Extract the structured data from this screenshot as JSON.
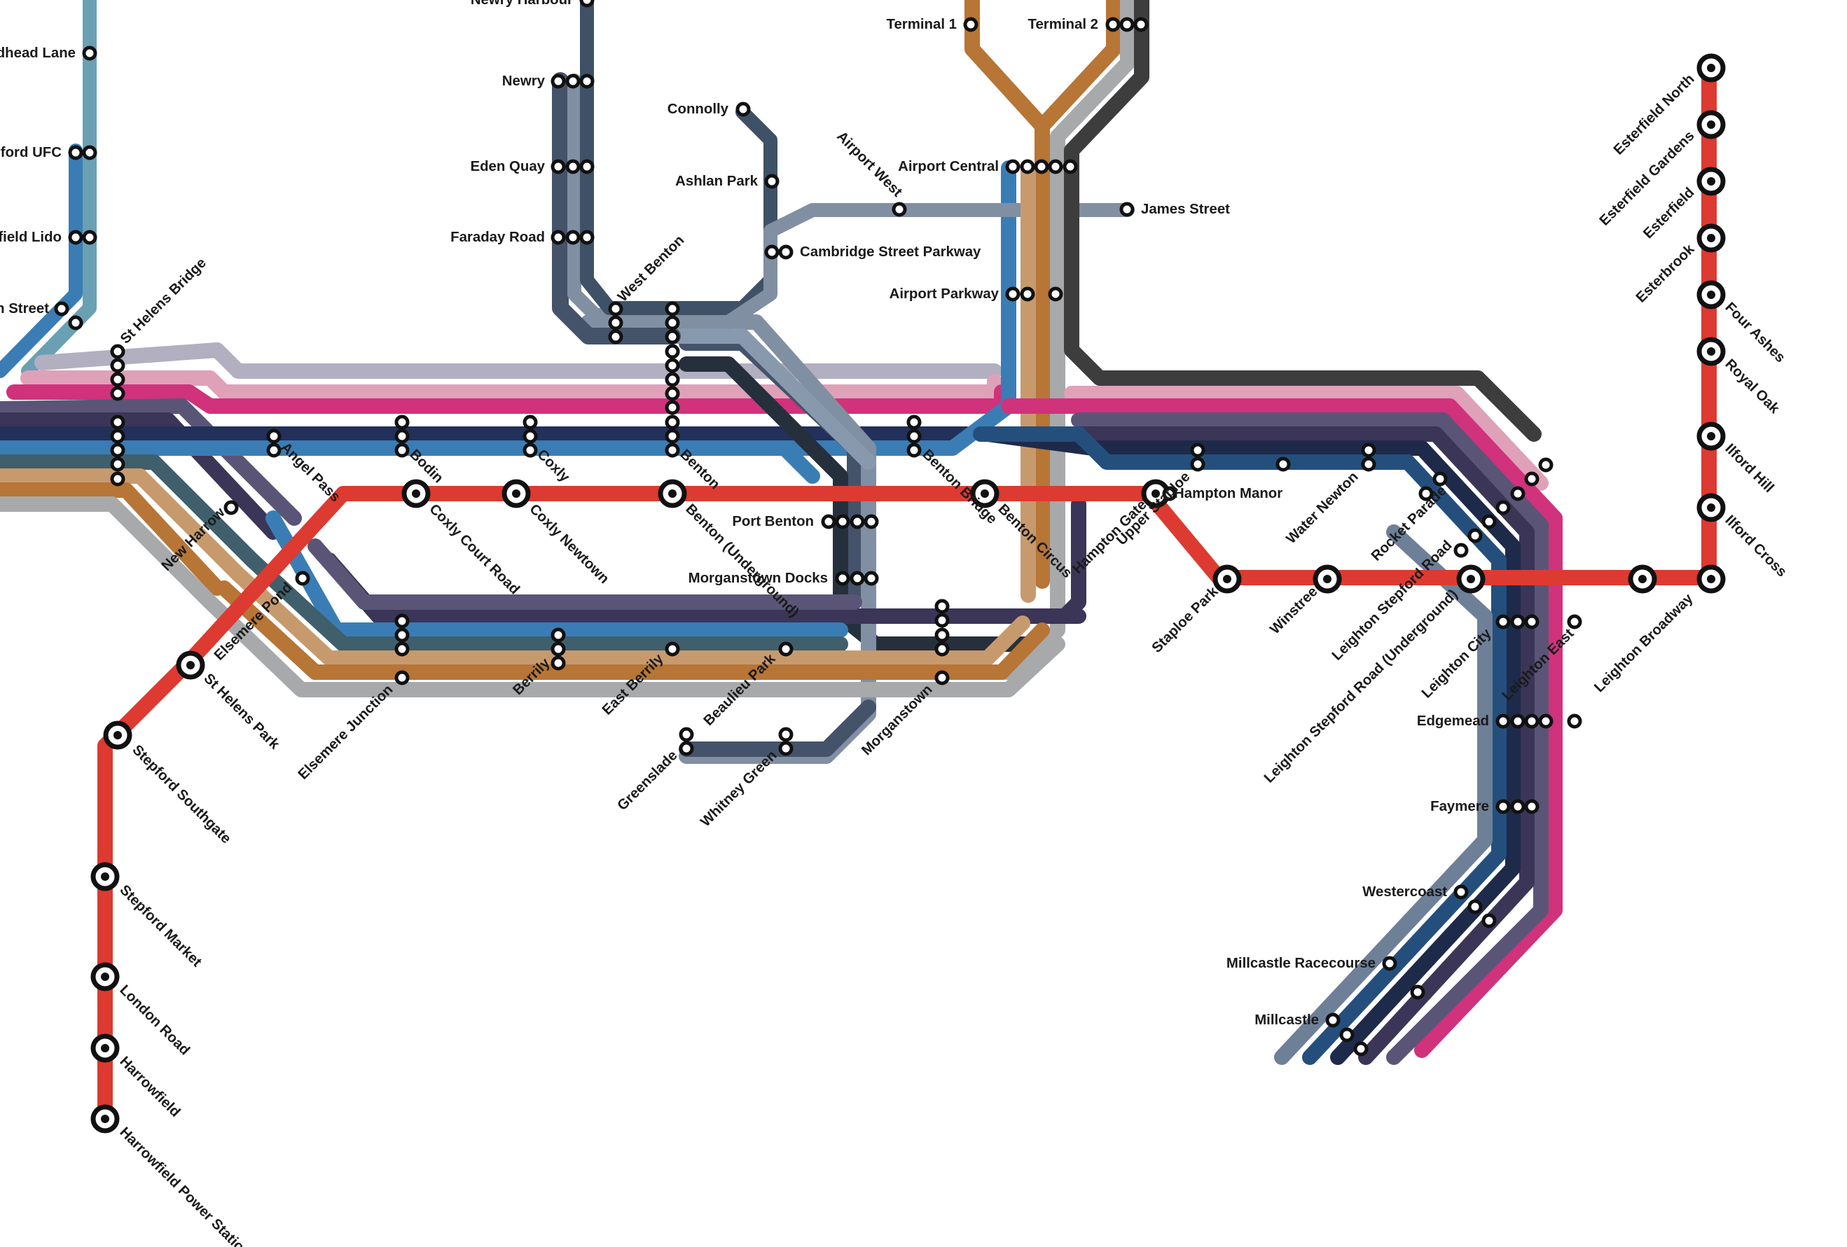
{
  "colors": {
    "red": "#dd3a31",
    "bronze": "#b77536",
    "tan": "#c79a6e",
    "silver": "#a7a9ab",
    "charcoal": "#3d3d3d",
    "slate": "#45536a",
    "steel": "#6e8098",
    "grayblue": "#818fa3",
    "lightslate": "#8899ad",
    "blue": "#3a7db5",
    "navy": "#22305a",
    "darknavy": "#1e2a4a",
    "purple": "#3b3557",
    "violet": "#5a5577",
    "magenta": "#d0327c",
    "pink": "#dea1b8",
    "lavender": "#b1afc0",
    "teal": "#6aa0b3",
    "deepteal": "#3f5f6c",
    "darkslate": "#26303d",
    "midblue": "#244f7d"
  },
  "stations": [
    {
      "name": "dhead Lane"
    },
    {
      "name": "pford UFC"
    },
    {
      "name": "field Lido"
    },
    {
      "name": "n Street"
    },
    {
      "name": "St Helens Bridge"
    },
    {
      "name": "Angel Pass"
    },
    {
      "name": "New Harrow"
    },
    {
      "name": "Bodin"
    },
    {
      "name": "Coxly Court Road"
    },
    {
      "name": "Coxly"
    },
    {
      "name": "Coxly Newtown"
    },
    {
      "name": "Newry"
    },
    {
      "name": "Eden Quay"
    },
    {
      "name": "Faraday Road"
    },
    {
      "name": "West Benton"
    },
    {
      "name": "Benton"
    },
    {
      "name": "Benton (Underground)"
    },
    {
      "name": "Connolly"
    },
    {
      "name": "Ashlan Park"
    },
    {
      "name": "Cambridge Street Parkway"
    },
    {
      "name": "Port Benton"
    },
    {
      "name": "Morganstown Docks"
    },
    {
      "name": "Benton Bridge"
    },
    {
      "name": "Benton Circus"
    },
    {
      "name": "Terminal 1"
    },
    {
      "name": "Terminal 2"
    },
    {
      "name": "Airport West"
    },
    {
      "name": "Airport Central"
    },
    {
      "name": "James Street"
    },
    {
      "name": "Airport Parkway"
    },
    {
      "name": "Hampton Manor"
    },
    {
      "name": "Hampton Gate"
    },
    {
      "name": "Upper Staploe"
    },
    {
      "name": "Water Newton"
    },
    {
      "name": "Staploe Park"
    },
    {
      "name": "Winstree"
    },
    {
      "name": "Rocket Parade"
    },
    {
      "name": "Leighton Stepford Road"
    },
    {
      "name": "Leighton Stepford Road (Underground)"
    },
    {
      "name": "Leighton City"
    },
    {
      "name": "Leighton East"
    },
    {
      "name": "Leighton Broadway"
    },
    {
      "name": "Edgemead"
    },
    {
      "name": "Faymere"
    },
    {
      "name": "Westercoast"
    },
    {
      "name": "Millcastle Racecourse"
    },
    {
      "name": "Millcastle"
    },
    {
      "name": "Esterfield North"
    },
    {
      "name": "Esterfield Gardens"
    },
    {
      "name": "Esterfield"
    },
    {
      "name": "Esterbrook"
    },
    {
      "name": "Four Ashes"
    },
    {
      "name": "Royal Oak"
    },
    {
      "name": "Ilford Hill"
    },
    {
      "name": "Ilford Cross"
    },
    {
      "name": "Elsemere Pond"
    },
    {
      "name": "Elsemere Junction"
    },
    {
      "name": "St Helens Park"
    },
    {
      "name": "Stepford Southgate"
    },
    {
      "name": "Stepford Market"
    },
    {
      "name": "London Road"
    },
    {
      "name": "Harrowfield"
    },
    {
      "name": "Harrowfield Power Station"
    },
    {
      "name": "Berrily"
    },
    {
      "name": "East Berrily"
    },
    {
      "name": "Beaulieu Park"
    },
    {
      "name": "Greenslade"
    },
    {
      "name": "Whitney Green"
    },
    {
      "name": "Morganstown"
    },
    {
      "name": "Newry Harbour"
    }
  ]
}
